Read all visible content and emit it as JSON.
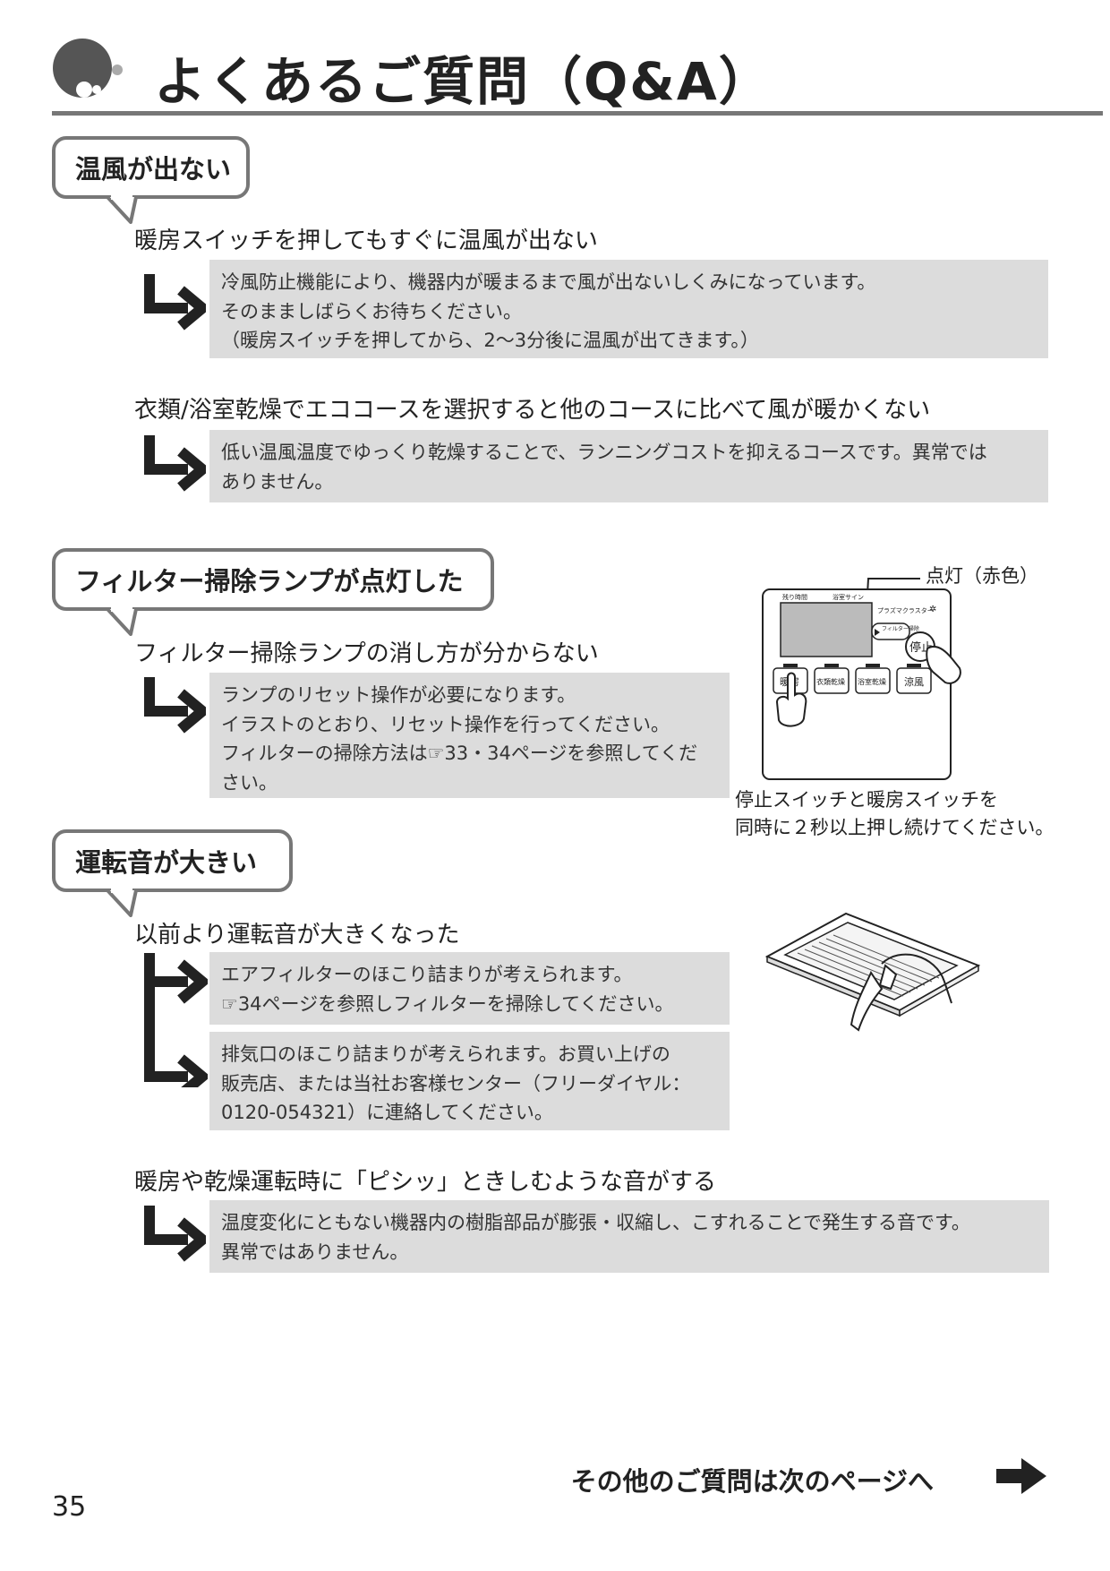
{
  "header": {
    "title": "よくあるご質問（Q&A）"
  },
  "sections": [
    {
      "heading": "温風が出ない",
      "items": [
        {
          "question": "暖房スイッチを押してもすぐに温風が出ない",
          "answers": [
            {
              "lines": [
                "冷風防止機能により、機器内が暖まるまで風が出ないしくみになっています。",
                "そのまましばらくお待ちください。",
                "（暖房スイッチを押してから、2～3分後に温風が出てきます。）"
              ]
            }
          ]
        },
        {
          "question": "衣類/浴室乾燥でエココースを選択すると他のコースに比べて風が暖かくない",
          "answers": [
            {
              "lines": [
                "低い温風温度でゆっくり乾燥することで、ランニングコストを抑えるコースです。異常では",
                "ありません。"
              ]
            }
          ]
        }
      ]
    },
    {
      "heading": "フィルター掃除ランプが点灯した",
      "items": [
        {
          "question": "フィルター掃除ランプの消し方が分からない",
          "answers": [
            {
              "lines": [
                "ランプのリセット操作が必要になります。",
                "イラストのとおり、リセット操作を行ってください。",
                "フィルターの掃除方法は☞33・34ページを参照してくだ",
                "さい。"
              ]
            }
          ]
        }
      ],
      "illustration": {
        "callout": "点灯（赤色）",
        "panel_labels": [
          "残り時間",
          "浴室サイン",
          "プラズマクラスター",
          "フィルター掃除"
        ],
        "buttons": [
          "暖房",
          "衣類乾燥",
          "浴室乾燥",
          "涼風"
        ],
        "stop_button": "停止",
        "caption_lines": [
          "停止スイッチと暖房スイッチを",
          "同時に２秒以上押し続けてください。"
        ]
      }
    },
    {
      "heading": "運転音が大きい",
      "items": [
        {
          "question": "以前より運転音が大きくなった",
          "answers": [
            {
              "lines": [
                "エアフィルターのほこり詰まりが考えられます。",
                "☞34ページを参照しフィルターを掃除してください。"
              ]
            },
            {
              "lines": [
                "排気口のほこり詰まりが考えられます。お買い上げの",
                "販売店、または当社お客様センター（フリーダイヤル：",
                "0120-054321）に連絡してください。"
              ]
            }
          ]
        },
        {
          "question": "暖房や乾燥運転時に「ピシッ」ときしむような音がする",
          "answers": [
            {
              "lines": [
                "温度変化にともない機器内の樹脂部品が膨張・収縮し、こすれることで発生する音です。",
                "異常ではありません。"
              ]
            }
          ]
        }
      ]
    }
  ],
  "footer": {
    "next_page": "その他のご質問は次のページへ",
    "page_number": "35"
  },
  "colors": {
    "frame_gray": "#777777",
    "answer_bg": "#dcdcdc",
    "text": "#222222"
  }
}
